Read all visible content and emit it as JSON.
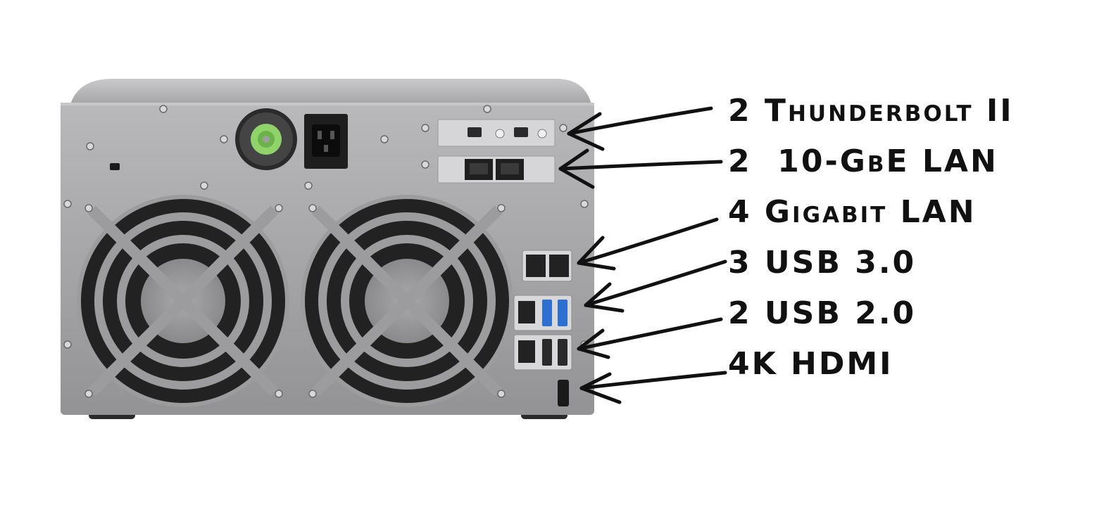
{
  "labels": [
    {
      "id": "thunderbolt",
      "text": "2 Thunderbolt II"
    },
    {
      "id": "ten-gbe",
      "text": "2  10-GbE LAN"
    },
    {
      "id": "gigabit",
      "text": "4 Gigabit LAN"
    },
    {
      "id": "usb3",
      "text": "3 USB 3.0"
    },
    {
      "id": "usb2",
      "text": "2 USB 2.0"
    },
    {
      "id": "hdmi",
      "text": "4K HDMI"
    }
  ],
  "colors": {
    "chassis": "#9d9d9f",
    "chassis_top": "#b4b4b6",
    "fan_grill": "#2b2b2b",
    "usb3_blue": "#2f6fd0",
    "ink": "#111111"
  }
}
